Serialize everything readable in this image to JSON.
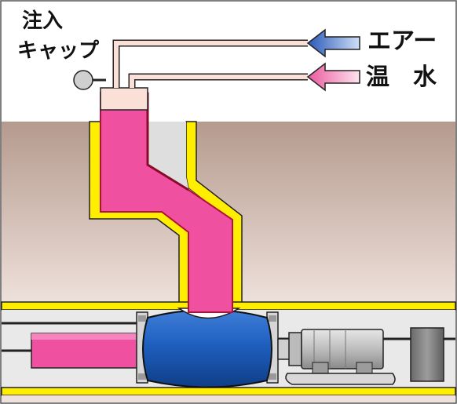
{
  "labels": {
    "cap_line1": "注入",
    "cap_line2": "キャップ",
    "air": "エアー",
    "hot_water": "温　水"
  },
  "colors": {
    "liner": "#f050a0",
    "liner_edge": "#c8102e",
    "lateral_wall": "#ffee00",
    "soil_top": "#b89c90",
    "soil_bottom": "#ecdcd6",
    "packer_body": "#1f5fbf",
    "air_arrow": "#3a6fc0",
    "water_arrow": "#ee7ab2",
    "tube_fill": "#fbe0d8",
    "machine_grey": "#9a9a9a"
  },
  "icons": {
    "air_arrow": "arrow-left-icon",
    "water_arrow": "arrow-left-icon",
    "cap_knob": "circle-icon"
  }
}
